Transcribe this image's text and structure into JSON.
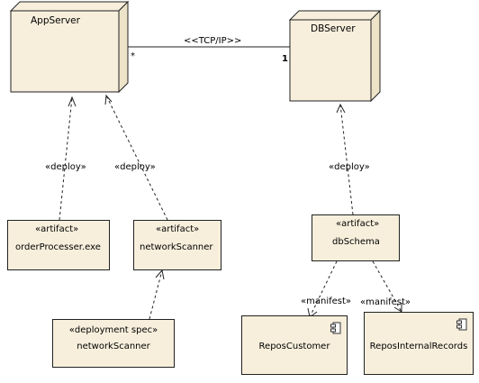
{
  "nodes": {
    "app_server": {
      "name": "AppServer",
      "multiplicity": "*"
    },
    "db_server": {
      "name": "DBServer",
      "multiplicity": "1"
    }
  },
  "association": {
    "label": "<<TCP/IP>>"
  },
  "deploy_labels": [
    "«deploy»",
    "«deploy»",
    "«deploy»"
  ],
  "artifacts": {
    "order_processor": {
      "stereotype": "«artifact»",
      "name": "orderProcesser.exe"
    },
    "network_scanner": {
      "stereotype": "«artifact»",
      "name": "networkScanner"
    },
    "db_schema": {
      "stereotype": "«artifact»",
      "name": "dbSchema"
    }
  },
  "deployment_spec": {
    "stereotype": "«deployment spec»",
    "name": "networkScanner"
  },
  "manifest_labels": [
    "«manifest»",
    "«manifest»"
  ],
  "components": {
    "repos_customer": {
      "name": "ReposCustomer"
    },
    "repos_internal_records": {
      "name": "ReposInternalRecords"
    }
  },
  "colors": {
    "fill": "#f7efdc",
    "stroke": "#222222"
  }
}
